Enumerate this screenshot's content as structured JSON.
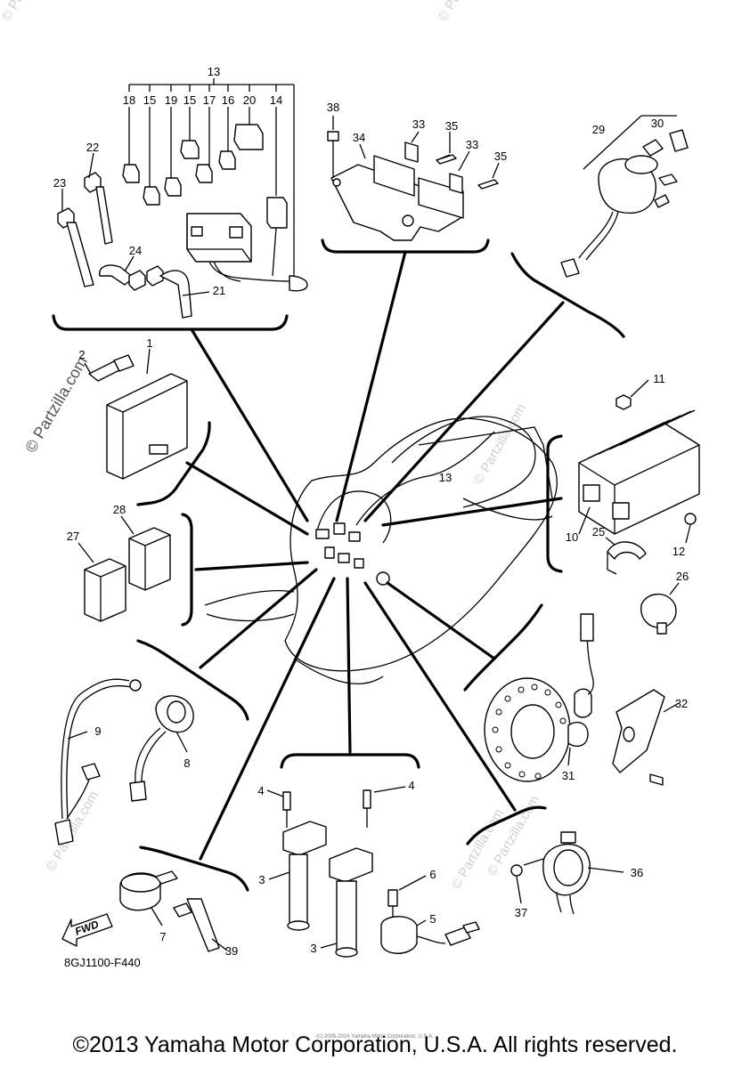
{
  "callouts": {
    "n1": "1",
    "n2": "2",
    "n3a": "3",
    "n3b": "3",
    "n4a": "4",
    "n4b": "4",
    "n5": "5",
    "n6": "6",
    "n7": "7",
    "n8": "8",
    "n9": "9",
    "n10": "10",
    "n11": "11",
    "n12": "12",
    "n13a": "13",
    "n13b": "13",
    "n14": "14",
    "n15a": "15",
    "n15b": "15",
    "n16": "16",
    "n17": "17",
    "n18": "18",
    "n19": "19",
    "n20": "20",
    "n21": "21",
    "n22": "22",
    "n23": "23",
    "n24": "24",
    "n25": "25",
    "n26": "26",
    "n27": "27",
    "n28": "28",
    "n29": "29",
    "n30": "30",
    "n31": "31",
    "n32": "32",
    "n33a": "33",
    "n33b": "33",
    "n34": "34",
    "n35a": "35",
    "n35b": "35",
    "n36": "36",
    "n37": "37",
    "n38": "38",
    "n39": "39"
  },
  "fwd_label": "FWD",
  "diagram_code": "8GJ1100-F440",
  "watermark": "© Partzilla.com",
  "copyright": "©2013 Yamaha Motor Corporation, U.S.A. All rights reserved.",
  "micro_copyright": "(c) 2005-2016 Yamaha Motor Corporation, U.S.A."
}
